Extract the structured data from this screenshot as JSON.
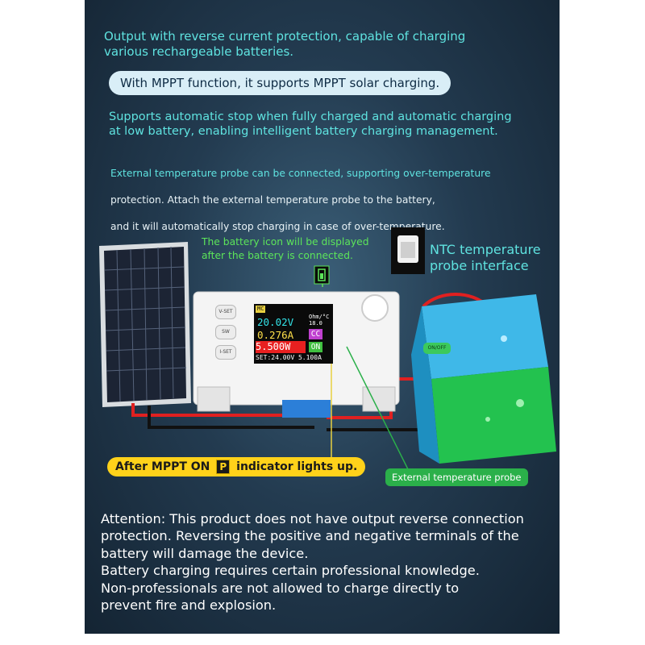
{
  "headlines": {
    "reverse_current": "Output with reverse current protection, capable of charging\n various rechargeable batteries.",
    "mppt": "With MPPT function, it supports MPPT solar charging.",
    "auto_stop": "Supports automatic stop when fully charged and automatic charging\nat low battery, enabling intelligent battery charging management.",
    "temp_probe_1": "External temperature probe can be connected, supporting over-temperature",
    "temp_probe_2": "protection. Attach the external temperature probe to the battery,",
    "temp_probe_3": "and it will automatically stop charging in case of over-temperature."
  },
  "callouts": {
    "battery_icon": "The battery icon will be displayed\nafter the battery is connected.",
    "ntc": "NTC temperature\nprobe interface",
    "mppt_before": "After MPPT ON",
    "mppt_indicator": "P",
    "mppt_after": "indicator lights up.",
    "external_probe": "External temperature probe"
  },
  "device": {
    "screen": {
      "mode": "MC",
      "voltage": "20.02V",
      "current": "0.276A",
      "power": "5.500W",
      "cc": "CC",
      "on": "ON",
      "temp": "Ohm/°C\n18.0",
      "setpoint": "SET:24.00V 5.100A"
    },
    "buttons": [
      "V-SET",
      "SW",
      "I-SET"
    ],
    "onoff_label": "ON/OFF"
  },
  "attention": "Attention: This product does not have output reverse connection\nprotection. Reversing the positive and negative terminals of the\nbattery will damage the device.\nBattery charging requires certain professional knowledge.\nNon-professionals are not allowed to charge directly to\nprevent fire and explosion.",
  "colors": {
    "cyan_text": "#5fe3e0",
    "green_text": "#5ce55a",
    "yellow_pill": "#ffd21a",
    "probe_green": "#2bb04a",
    "background": "#233b50"
  }
}
